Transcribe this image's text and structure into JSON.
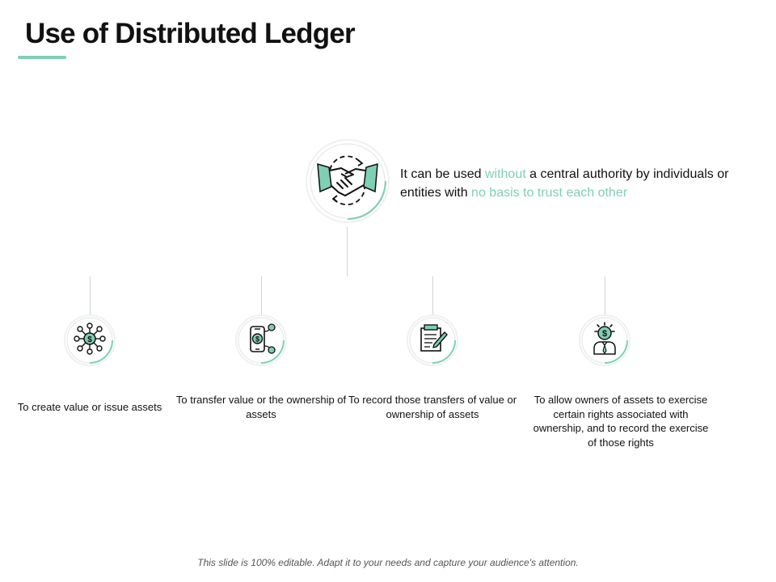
{
  "slide": {
    "title": "Use of Distributed Ledger",
    "footer": "This slide is 100% editable. Adapt it to your needs and capture your audience's attention."
  },
  "hero": {
    "icon": "handshake-icon",
    "text_part1": "It can be used ",
    "text_accent1": "without",
    "text_part2": " a central authority by individuals or entities with ",
    "text_accent2": "no basis to trust each other"
  },
  "items": [
    {
      "icon": "network-dollar-icon",
      "text": "To create value or issue assets"
    },
    {
      "icon": "mobile-payment-icon",
      "text": "To transfer value or the ownership of assets"
    },
    {
      "icon": "document-edit-icon",
      "text": "To record those transfers of value or ownership of assets"
    },
    {
      "icon": "businessman-dollar-icon",
      "text": "To allow owners of assets to exercise certain rights associated with ownership, and to record the exercise of those rights"
    }
  ],
  "colors": {
    "accent": "#7fcfb4",
    "text": "#111111",
    "muted": "#555555",
    "line": "#cfd6d3"
  }
}
